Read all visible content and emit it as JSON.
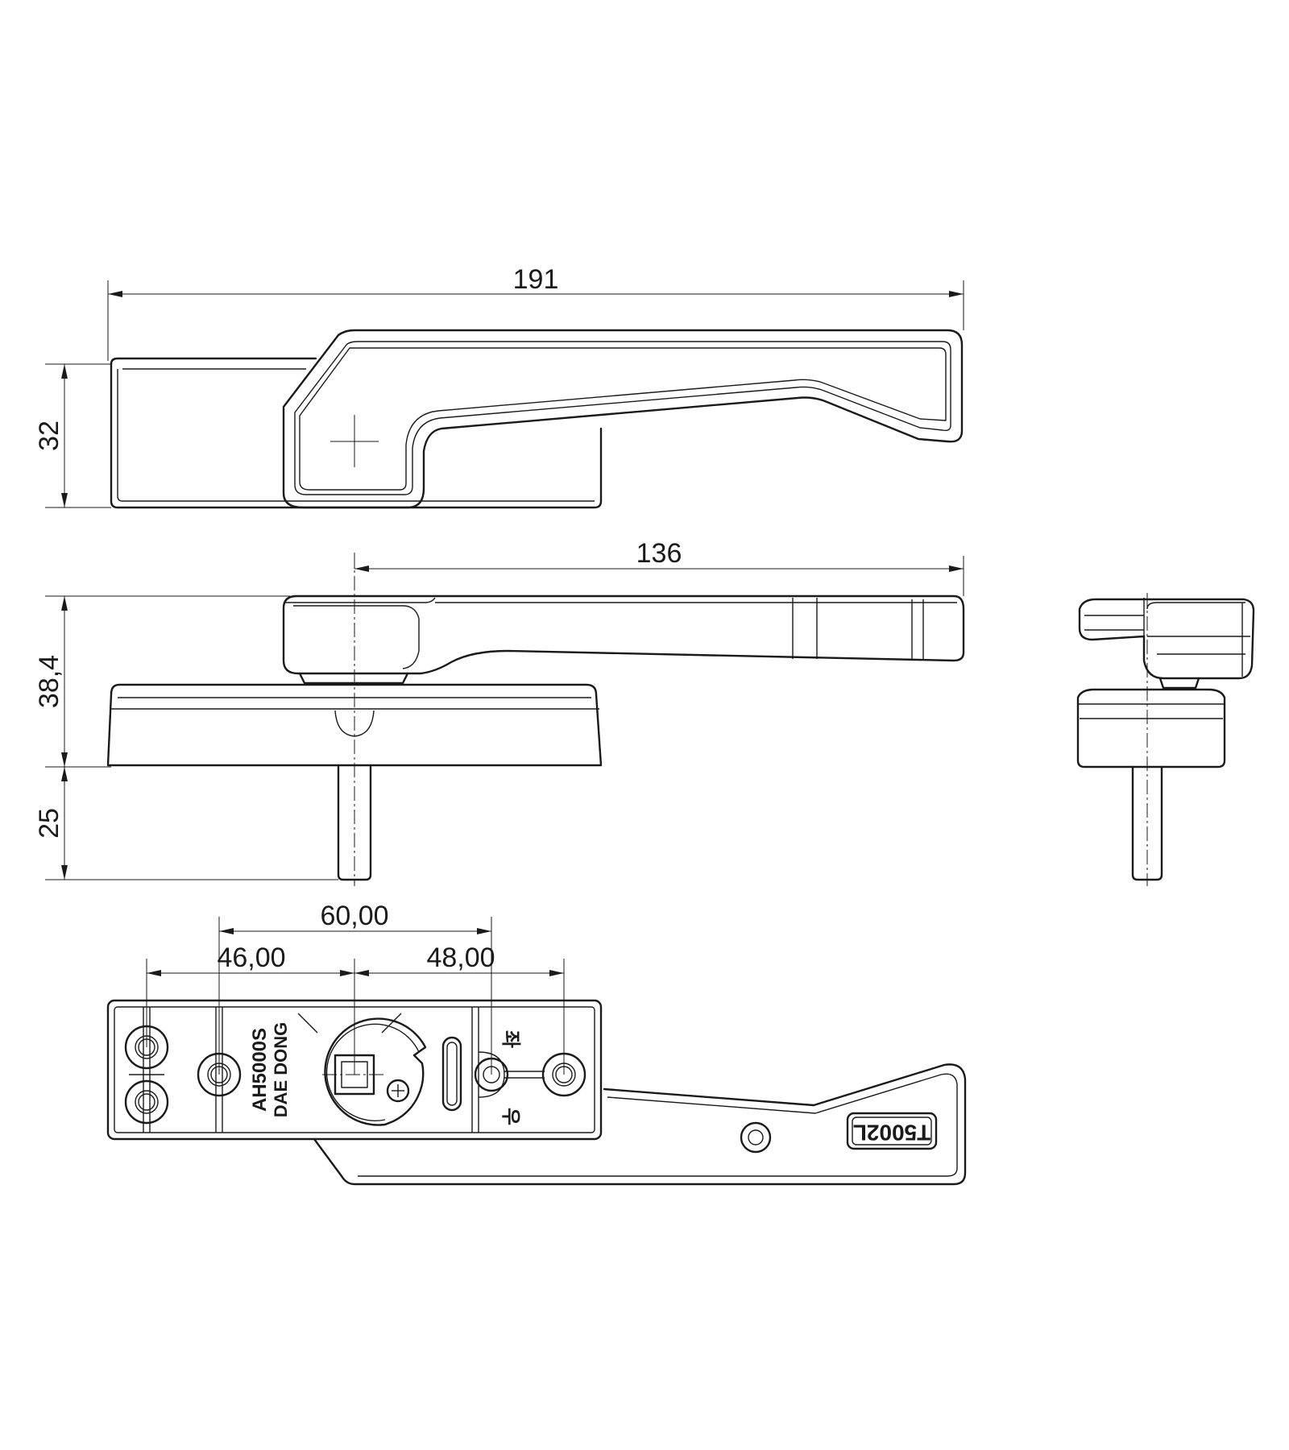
{
  "dimensions": {
    "overall_length": "191",
    "side_height": "32",
    "handle_length": "136",
    "body_height": "38,4",
    "spindle_length": "25",
    "hole_spacing_60": "60,00",
    "hole_spacing_46": "46,00",
    "hole_spacing_48": "48,00"
  },
  "markings": {
    "model_code": "AH5000S",
    "brand": "DAE DONG",
    "part_number": "T5002L",
    "char_left": "좌",
    "char_right": "우"
  }
}
